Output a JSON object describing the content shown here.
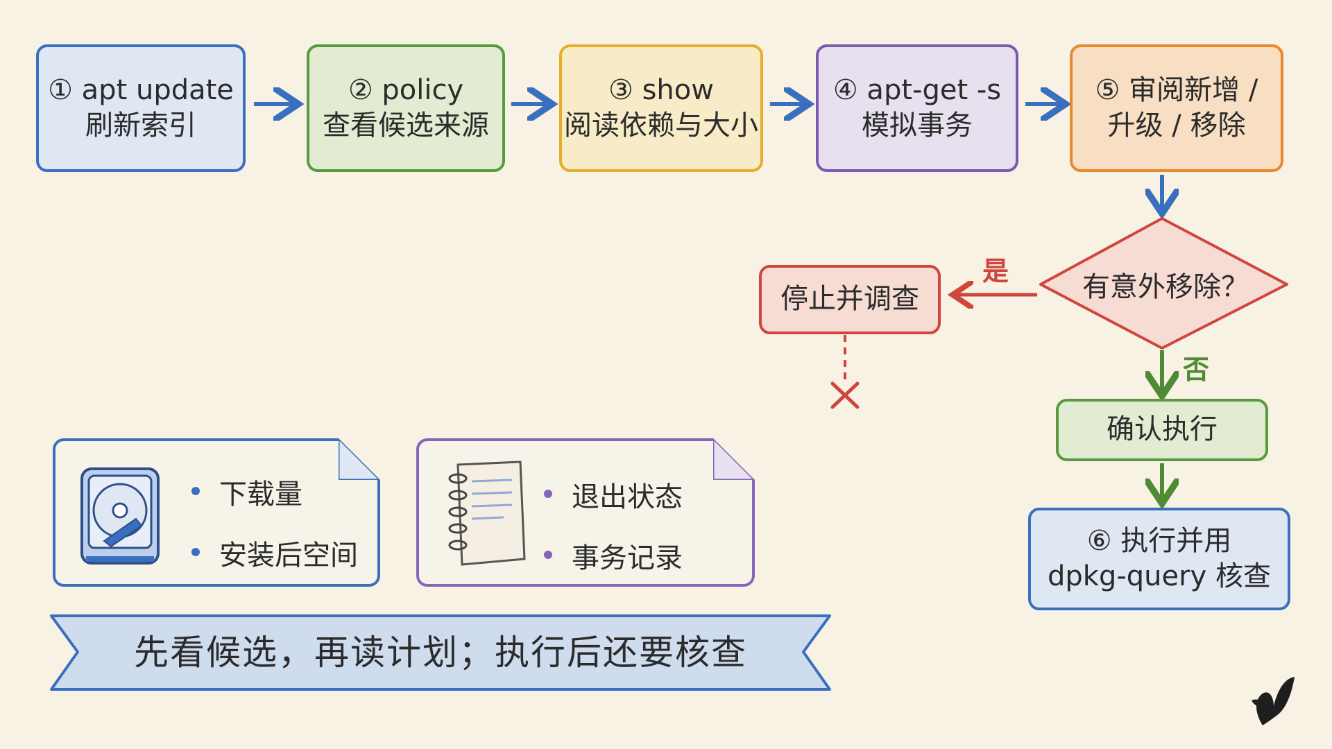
{
  "steps": [
    {
      "line1": "① apt update",
      "line2": "刷新索引"
    },
    {
      "line1": "② policy",
      "line2": "查看候选来源"
    },
    {
      "line1": "③ show",
      "line2": "阅读依赖与大小"
    },
    {
      "line1": "④ apt-get -s",
      "line2": "模拟事务"
    },
    {
      "line1": "⑤ 审阅新增 /",
      "line2": "升级 / 移除"
    }
  ],
  "decision": {
    "question": "有意外移除？",
    "yes": "是",
    "no": "否"
  },
  "stop": {
    "label": "停止并调查"
  },
  "confirm": {
    "label": "确认执行"
  },
  "final": {
    "line1": "⑥ 执行并用",
    "line2": "dpkg-query 核查"
  },
  "notes": [
    {
      "items": [
        "下载量",
        "安装后空间"
      ],
      "icon": "hard-drive-icon"
    },
    {
      "items": [
        "退出状态",
        "事务记录"
      ],
      "icon": "notebook-icon"
    }
  ],
  "banner": {
    "text": "先看候选，再读计划；执行后还要核查"
  },
  "colors": {
    "blue": "#3a6fbf",
    "green": "#5a9a3f",
    "yellow": "#e6ad2b",
    "purple": "#7b5ab0",
    "orange": "#e8892e",
    "red": "#cf463d"
  }
}
